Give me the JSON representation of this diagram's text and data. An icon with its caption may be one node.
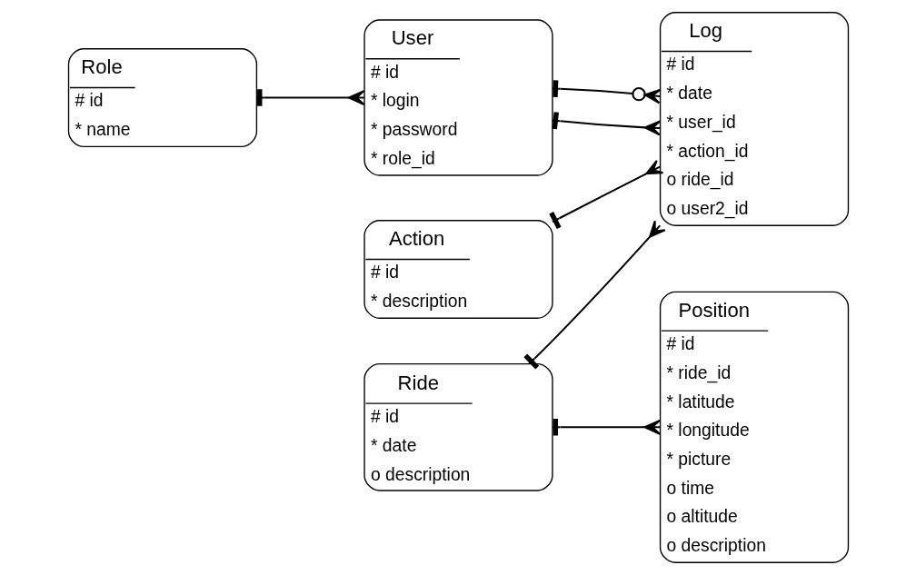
{
  "diagram": {
    "nodes": [
      {
        "text": [
          "Role",
          "# id",
          "* name"
        ]
      },
      {
        "text": [
          "User",
          "# id",
          "* login",
          "* password",
          "* role_id"
        ]
      },
      {
        "text": [
          "Action",
          "# id",
          "* description"
        ]
      },
      {
        "text": [
          "Log",
          "# id",
          "* date",
          "* user_id",
          "* action_id",
          "o ride_id",
          "o user2_id"
        ]
      },
      {
        "text": [
          "Position",
          "# id",
          "* ride_id",
          "* latitude",
          "* longitude",
          "* picture",
          "o time",
          "o altitude",
          "o description"
        ]
      },
      {
        "text": [
          "Ride",
          "# id",
          "* date",
          "o description"
        ]
      }
    ],
    "edges": [
      {
        "from": 0,
        "to": 1,
        "arrow": "other"
      },
      {
        "from": 1,
        "to": 3,
        "arrow": "other"
      },
      {
        "from": 1,
        "to": 3,
        "arrow": "other"
      },
      {
        "from": 2,
        "to": 3,
        "arrow": "other"
      },
      {
        "from": 5,
        "to": 3,
        "arrow": "other"
      },
      {
        "from": 5,
        "to": 4,
        "arrow": "other"
      }
    ]
  }
}
